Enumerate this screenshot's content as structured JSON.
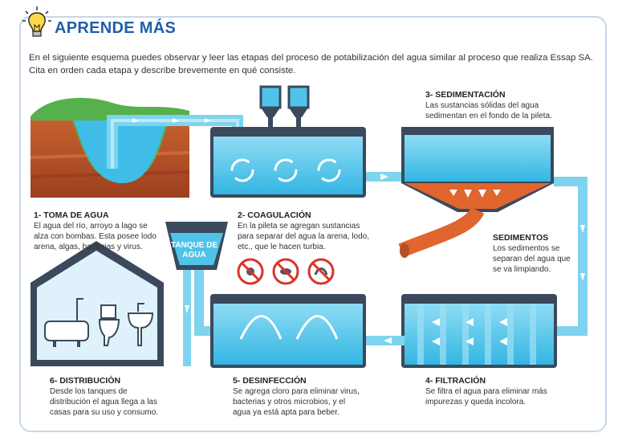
{
  "header": {
    "title": "APRENDE MÁS",
    "intro": "En el siguiente esquema puedes observar y leer las etapas del proceso de potabilización del agua similar al proceso que realiza Essap SA. Cita en orden cada etapa y describe brevemente en qué consiste."
  },
  "stages": {
    "toma": {
      "title": "1- TOMA DE AGUA",
      "desc": [
        "El agua del río, arroyo a lago se",
        "alza con bombas. Esta posee lodo",
        "arena, algas, bacterias y virus."
      ]
    },
    "coagulacion": {
      "title": "2- COAGULACIÓN",
      "desc": [
        "En la pileta se agregan sustancias",
        "para separar del agua la arena, lodo,",
        "etc., que le hacen turbia."
      ]
    },
    "sedimentacion": {
      "title": "3- SEDIMENTACIÓN",
      "desc": [
        "Las sustancias sólidas del agua",
        "sedimentan en el fondo de la pileta."
      ]
    },
    "sedimentos": {
      "title": "SEDIMENTOS",
      "desc": [
        "Los sedimentos se",
        "separan del agua que",
        "se va limpiando."
      ]
    },
    "filtracion": {
      "title": "4- FILTRACIÓN",
      "desc": [
        "Se filtra el agua para eliminar más",
        "impurezas y queda incolora."
      ]
    },
    "desinfeccion": {
      "title": "5- DESINFECCIÓN",
      "desc": [
        "Se agrega cloro para eliminar virus,",
        "bacterias y otros microbios, y el",
        "agua ya está apta para beber."
      ]
    },
    "distribucion": {
      "title": "6- DISTRIBUCIÓN",
      "desc": [
        "Desde los tanques de",
        "distribución el agua llega a las",
        "casas para su uso y consumo."
      ]
    }
  },
  "tank_label": [
    "TANQUE DE",
    "AGUA"
  ],
  "icons": [
    "lightbulb-icon",
    "pump-pipe-icon",
    "rotation-arrow-icon",
    "chemical-hopper-icon",
    "no-microbe-icon",
    "sediment-arrow-icon",
    "filter-arrow-icon",
    "wave-icon",
    "bathtub-icon",
    "toilet-icon",
    "sink-icon"
  ],
  "colors": {
    "title": "#1f5fa8",
    "header_band": "#dce8f5",
    "water": "#4fc3e8",
    "pipe": "#7fd3ef",
    "tank_frame": "#3a4a5c",
    "sediment": "#e0652f",
    "prohibit": "#d9342b",
    "earth": "#b4502a",
    "grass": "#56b04b"
  }
}
